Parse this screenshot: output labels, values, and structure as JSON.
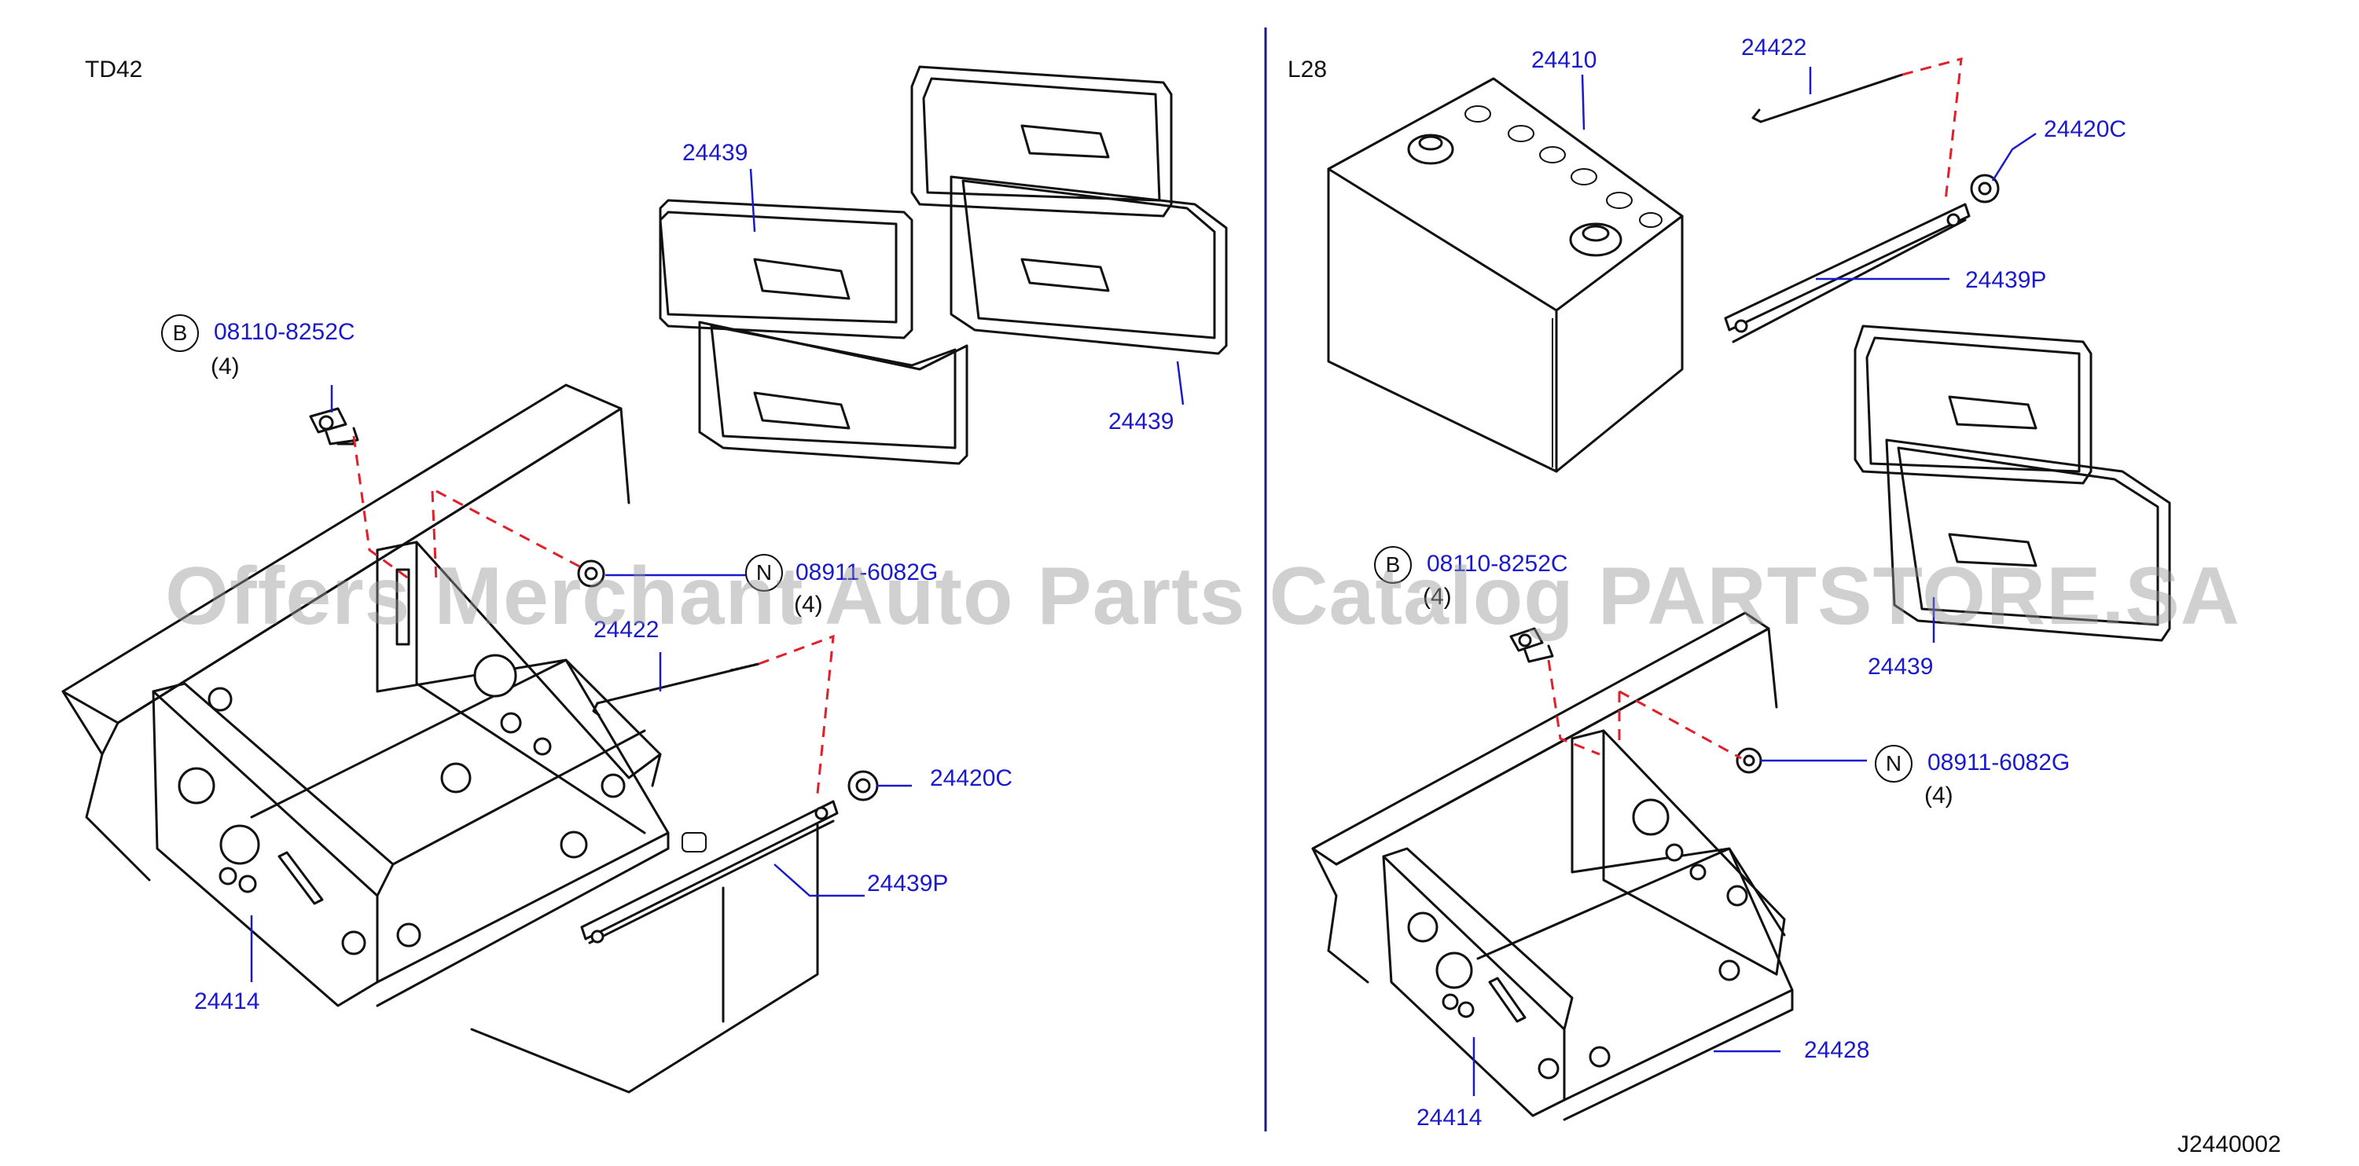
{
  "diagram_id": "J2440002",
  "watermark": "Offers Merchant Auto Parts Catalog PARTSTORE.SA",
  "left_panel": {
    "variant": "TD42",
    "labels": {
      "clamp_a": "24439",
      "clamp_b": "24439",
      "bolt_code": "08110-8252C",
      "bolt_qty": "(4)",
      "nut_code": "08911-6082G",
      "nut_qty": "(4)",
      "rod": "24422",
      "nut_c": "24420C",
      "plate": "24439P",
      "bracket": "24414"
    },
    "circle_b": "B",
    "circle_n": "N"
  },
  "right_panel": {
    "variant": "L28",
    "labels": {
      "battery": "24410",
      "rod": "24422",
      "nut_c": "24420C",
      "plate": "24439P",
      "clamp": "24439",
      "bolt_code": "08110-8252C",
      "bolt_qty": "(4)",
      "nut_code": "08911-6082G",
      "nut_qty": "(4)",
      "bracket": "24414",
      "tray": "24428"
    },
    "circle_b": "B",
    "circle_n": "N"
  },
  "colors": {
    "part_number": "#1a1acc",
    "dashed_line": "#e0202a",
    "outline": "#111111"
  }
}
